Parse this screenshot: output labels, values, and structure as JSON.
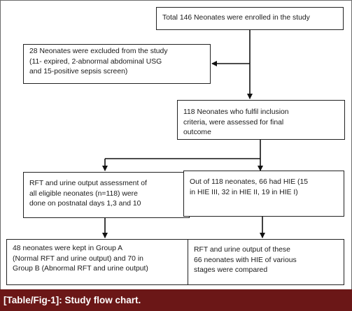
{
  "boxes": {
    "enrolled": "Total 146 Neonates were enrolled in the study",
    "excluded": "28 Neonates were excluded from the study\n(11- expired, 2-abnormal abdominal USG\nand 15-positive sepsis screen)",
    "inclusion": "118 Neonates who fulfil inclusion\ncriteria, were assessed for final\noutcome",
    "rft_assessment": "RFT and urine output assessment of\nall eligible neonates (n=118) were\ndone on postnatal days 1,3 and 10",
    "hie": "Out of 118 neonates, 66 had HIE (15\nin HIE III, 32 in HIE II, 19 in HIE I)",
    "groups": "48 neonates were kept in Group A\n(Normal RFT and urine output) and 70 in\nGroup B (Abnormal RFT and urine output)",
    "compared": "RFT and urine output of these\n66 neonates with HIE of various\nstages were compared"
  },
  "caption": "[Table/Fig-1]: Study flow chart.",
  "colors": {
    "caption_bg": "#6b1717",
    "caption_text": "#ffffff",
    "box_border": "#222222",
    "arrow": "#111111"
  }
}
